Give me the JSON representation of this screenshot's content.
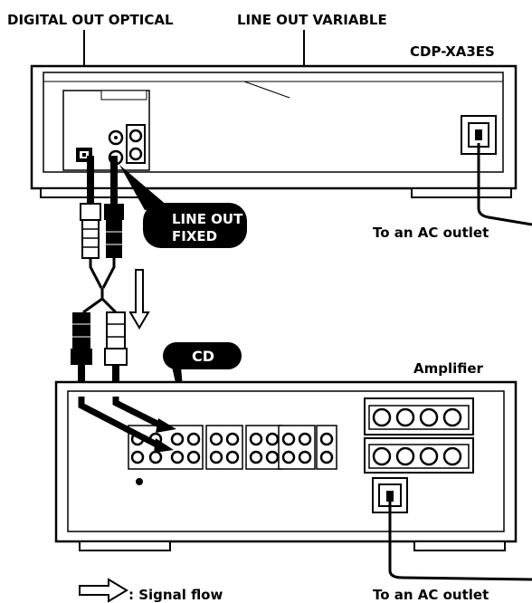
{
  "labels": {
    "digital_out_optical": "DIGITAL OUT OPTICAL",
    "line_out_variable": "LINE OUT VARIABLE",
    "player_model": "CDP-XA3ES",
    "line_out_fixed_1": "LINE OUT",
    "line_out_fixed_2": "FIXED",
    "to_ac_outlet_top": "To an AC outlet",
    "cd": "CD",
    "amplifier": "Amplifier",
    "to_ac_outlet_bottom": "To an AC outlet",
    "signal_flow": ": Signal flow"
  },
  "icons": {
    "signal_flow": "signal-flow-arrow-icon"
  }
}
